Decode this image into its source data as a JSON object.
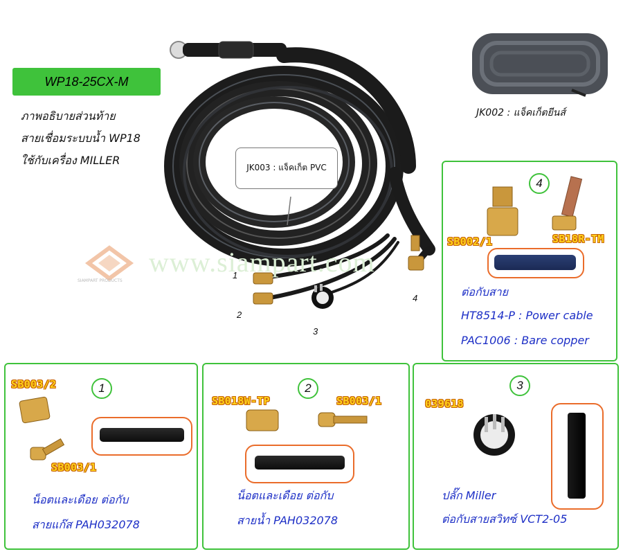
{
  "model_tag": "WP18-25CX-M",
  "description": [
    "ภาพอธิบายส่วนท้าย",
    "สายเชื่อมระบบน้ำ WP18",
    "ใช้กับเครื่อง MILLER"
  ],
  "jacket_pvc_callout": "JK003 : แจ็คเก็ต PVC",
  "jacket_jeans_label": "JK002 : แจ็คเก็ตยีนส์",
  "watermark": "www.siampart.com",
  "logo_text": "SIAMPART PRODUCTS",
  "hose_end_labels": [
    "1",
    "2",
    "3",
    "4"
  ],
  "panel4": {
    "number": "4",
    "code_left": "SB002/1",
    "code_right": "SB18R-TM",
    "connect_label": "ต่อกับสาย",
    "line1": "HT8514-P : Power cable",
    "line2": "PAC1006 : Bare copper"
  },
  "panel1": {
    "number": "1",
    "code_top": "SB003/2",
    "code_bottom": "SB003/1",
    "line1": "น็อตและเดือย ต่อกับ",
    "line2": "สายแก๊ส PAH032078"
  },
  "panel2": {
    "number": "2",
    "code_left": "SB018W-TP",
    "code_right": "SB003/1",
    "line1": "น็อตและเดือย ต่อกับ",
    "line2": "สายน้ำ PAH032078"
  },
  "panel3": {
    "number": "3",
    "code": "039618",
    "line1": "ปลั๊ก Miller",
    "line2": "ต่อกับสายสวิทซ์ VCT2-05"
  },
  "colors": {
    "green": "#3fc23b",
    "orange_frame": "#ea6c2a",
    "code_fill": "#ffd21c",
    "text_blue": "#1d2fc6"
  }
}
